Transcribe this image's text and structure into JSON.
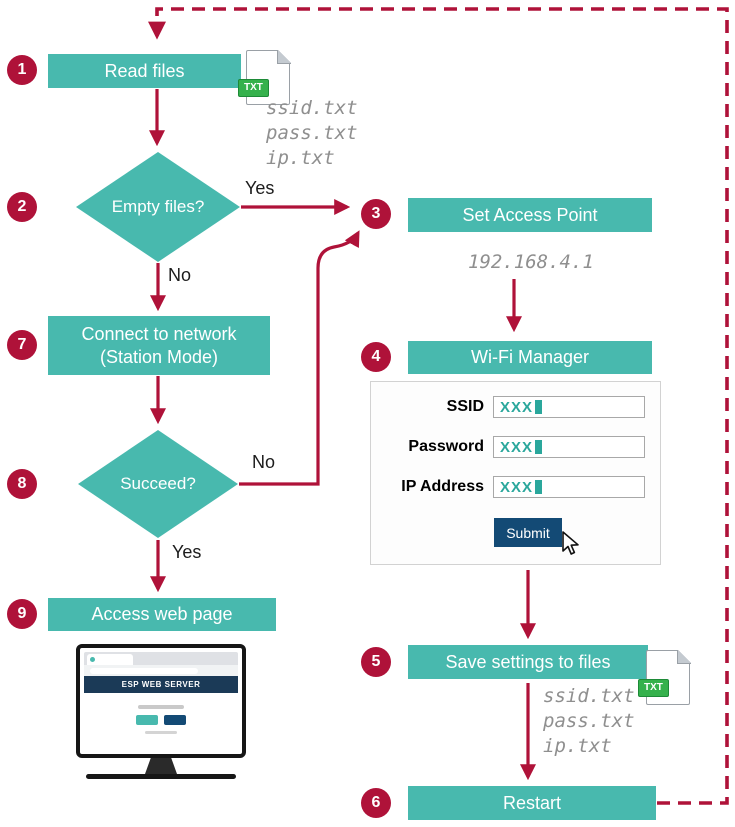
{
  "colors": {
    "teal": "#48B9AE",
    "crimson": "#AF1239",
    "navy": "#134A75",
    "muted_text": "#8F8F8F",
    "badge_green": "#35B14C"
  },
  "flow": {
    "step1": {
      "number": "1",
      "label": "Read files"
    },
    "files_read": [
      "ssid.txt",
      "pass.txt",
      "ip.txt"
    ],
    "step2": {
      "number": "2",
      "label": "Empty files?",
      "yes": "Yes",
      "no": "No"
    },
    "step3": {
      "number": "3",
      "label": "Set Access Point",
      "ip": "192.168.4.1"
    },
    "step4": {
      "number": "4",
      "label": "Wi-Fi Manager"
    },
    "form": {
      "fields": [
        {
          "label": "SSID",
          "value": "XXX"
        },
        {
          "label": "Password",
          "value": "XXX"
        },
        {
          "label": "IP Address",
          "value": "XXX"
        }
      ],
      "submit_label": "Submit"
    },
    "step5": {
      "number": "5",
      "label": "Save settings to files"
    },
    "files_saved": [
      "ssid.txt",
      "pass.txt",
      "ip.txt"
    ],
    "step6": {
      "number": "6",
      "label": "Restart"
    },
    "step7": {
      "number": "7",
      "line1": "Connect to network",
      "line2": "(Station Mode)"
    },
    "step8": {
      "number": "8",
      "label": "Succeed?",
      "no": "No",
      "yes": "Yes"
    },
    "step9": {
      "number": "9",
      "label": "Access web page"
    }
  },
  "file_icon": {
    "label": "TXT"
  },
  "monitor": {
    "header": "ESP WEB SERVER"
  }
}
